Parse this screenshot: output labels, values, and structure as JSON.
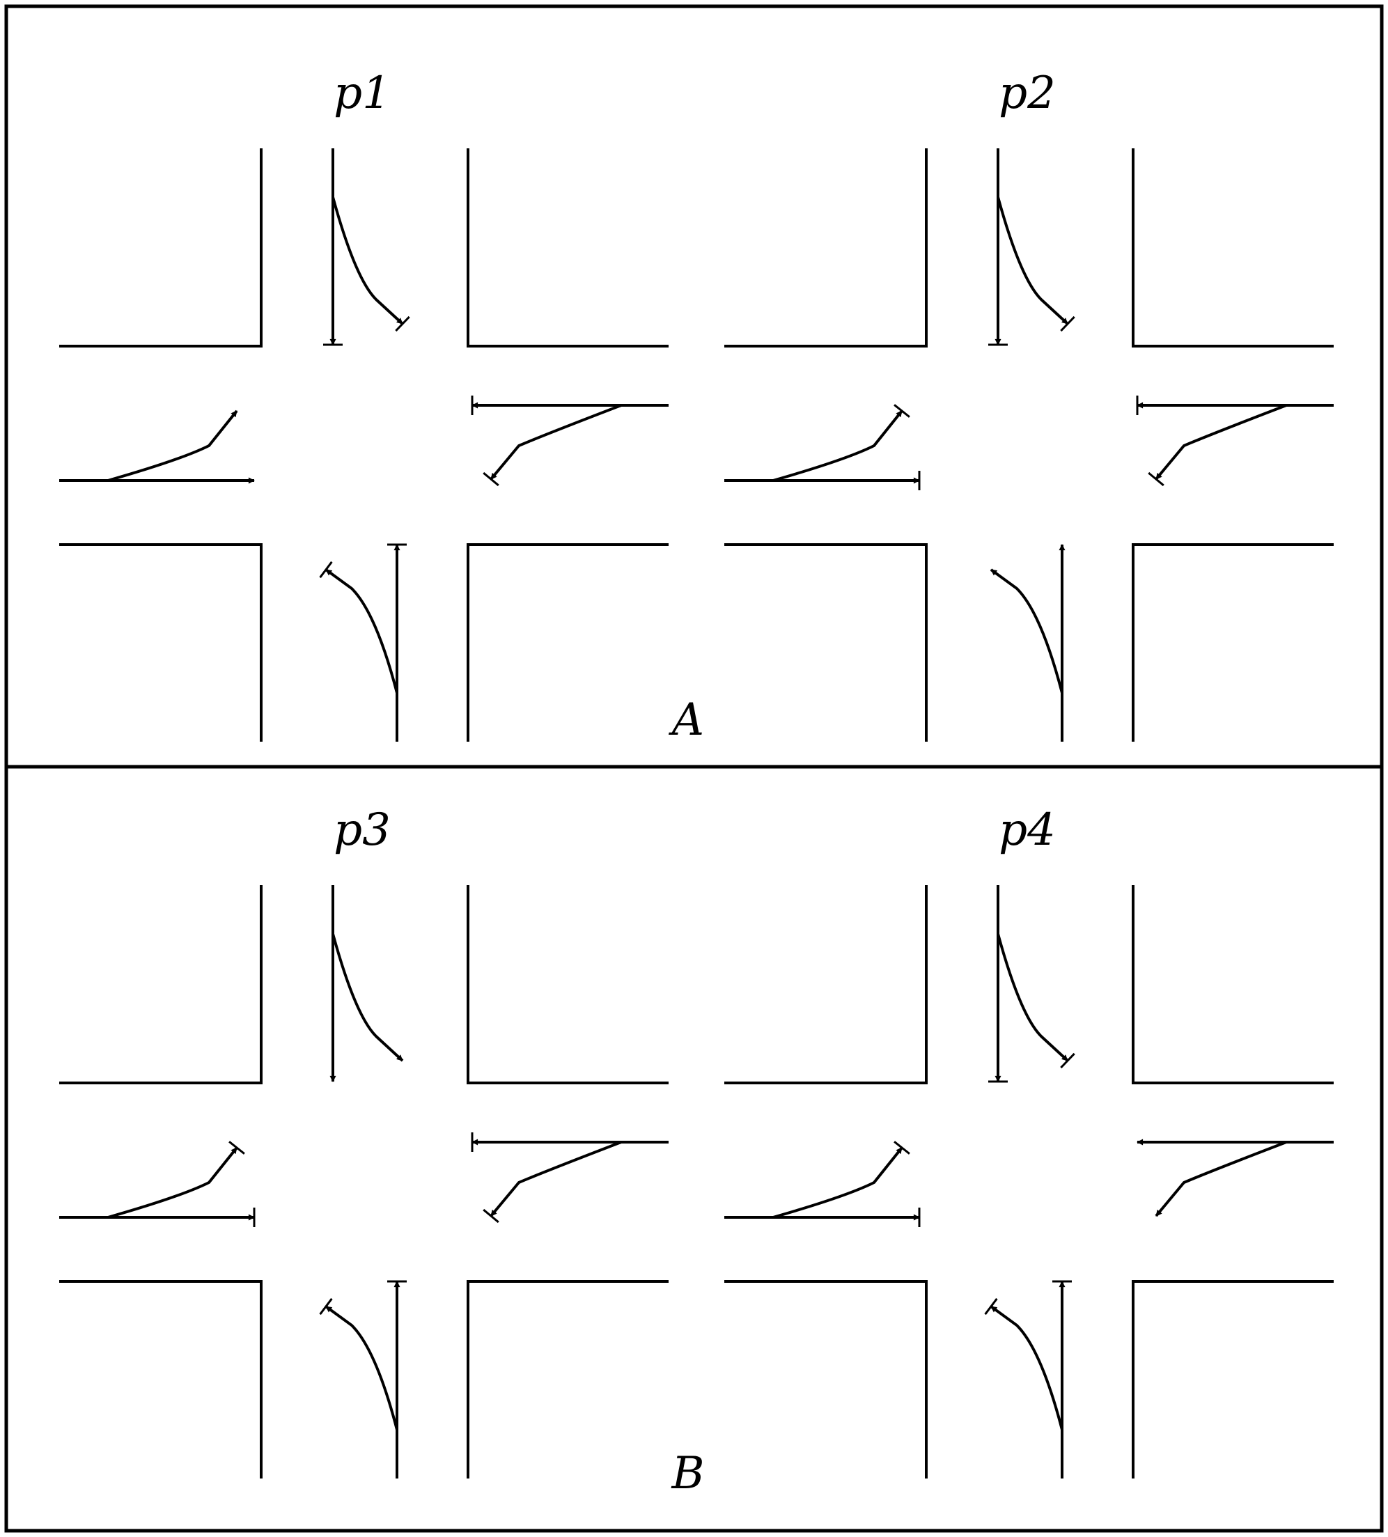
{
  "figure": {
    "colors": {
      "stroke": "#000000",
      "background": "#ffffff"
    },
    "sections": [
      {
        "label": "A"
      },
      {
        "label": "B"
      }
    ],
    "phases": [
      {
        "label": "p1",
        "movements": [
          {
            "approach": "north",
            "direction": "straight",
            "state": "stop"
          },
          {
            "approach": "north",
            "direction": "left",
            "state": "stop"
          },
          {
            "approach": "west",
            "direction": "straight",
            "state": "go"
          },
          {
            "approach": "west",
            "direction": "left",
            "state": "go"
          },
          {
            "approach": "east",
            "direction": "straight",
            "state": "stop"
          },
          {
            "approach": "east",
            "direction": "left",
            "state": "stop"
          },
          {
            "approach": "south",
            "direction": "straight",
            "state": "stop"
          },
          {
            "approach": "south",
            "direction": "left",
            "state": "stop"
          }
        ]
      },
      {
        "label": "p2",
        "movements": [
          {
            "approach": "north",
            "direction": "straight",
            "state": "stop"
          },
          {
            "approach": "north",
            "direction": "left",
            "state": "stop"
          },
          {
            "approach": "west",
            "direction": "straight",
            "state": "stop"
          },
          {
            "approach": "west",
            "direction": "left",
            "state": "stop"
          },
          {
            "approach": "east",
            "direction": "straight",
            "state": "stop"
          },
          {
            "approach": "east",
            "direction": "left",
            "state": "stop"
          },
          {
            "approach": "south",
            "direction": "straight",
            "state": "go"
          },
          {
            "approach": "south",
            "direction": "left",
            "state": "go"
          }
        ]
      },
      {
        "label": "p3",
        "movements": [
          {
            "approach": "north",
            "direction": "straight",
            "state": "go"
          },
          {
            "approach": "north",
            "direction": "left",
            "state": "go"
          },
          {
            "approach": "west",
            "direction": "straight",
            "state": "stop"
          },
          {
            "approach": "west",
            "direction": "left",
            "state": "stop"
          },
          {
            "approach": "east",
            "direction": "straight",
            "state": "stop"
          },
          {
            "approach": "east",
            "direction": "left",
            "state": "stop"
          },
          {
            "approach": "south",
            "direction": "straight",
            "state": "stop"
          },
          {
            "approach": "south",
            "direction": "left",
            "state": "stop"
          }
        ]
      },
      {
        "label": "p4",
        "movements": [
          {
            "approach": "north",
            "direction": "straight",
            "state": "stop"
          },
          {
            "approach": "north",
            "direction": "left",
            "state": "stop"
          },
          {
            "approach": "west",
            "direction": "straight",
            "state": "stop"
          },
          {
            "approach": "west",
            "direction": "left",
            "state": "stop"
          },
          {
            "approach": "east",
            "direction": "straight",
            "state": "go"
          },
          {
            "approach": "east",
            "direction": "left",
            "state": "go"
          },
          {
            "approach": "south",
            "direction": "straight",
            "state": "stop"
          },
          {
            "approach": "south",
            "direction": "left",
            "state": "stop"
          }
        ]
      }
    ]
  }
}
